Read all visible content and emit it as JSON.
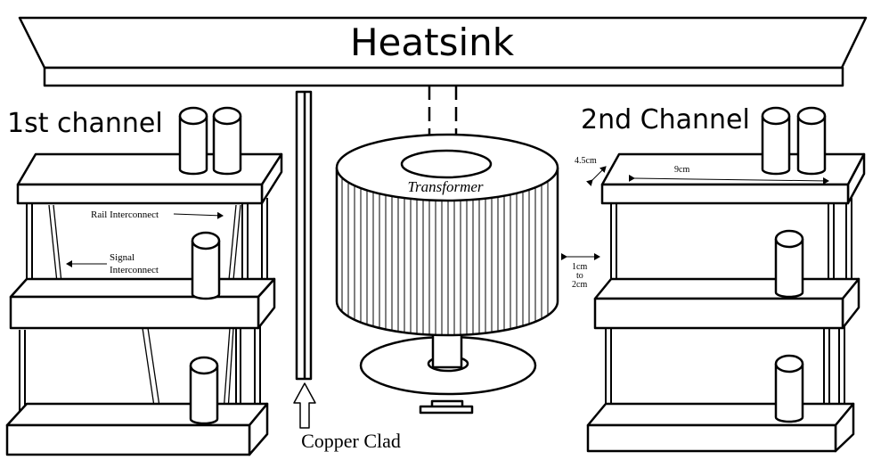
{
  "heatsink": {
    "label": "Heatsink"
  },
  "channel_1": {
    "title": "1st channel",
    "rail_label": "Rail Interconnect",
    "signal_label_1": "Signal",
    "signal_label_2": "Interconnect"
  },
  "channel_2": {
    "title": "2nd Channel",
    "depth_label": "4.5cm",
    "width_label": "9cm",
    "gap_label_1": "1cm",
    "gap_label_2": "to",
    "gap_label_3": "2cm"
  },
  "copper_clad": {
    "label": "Copper Clad"
  },
  "transformer": {
    "label": "Transformer"
  }
}
